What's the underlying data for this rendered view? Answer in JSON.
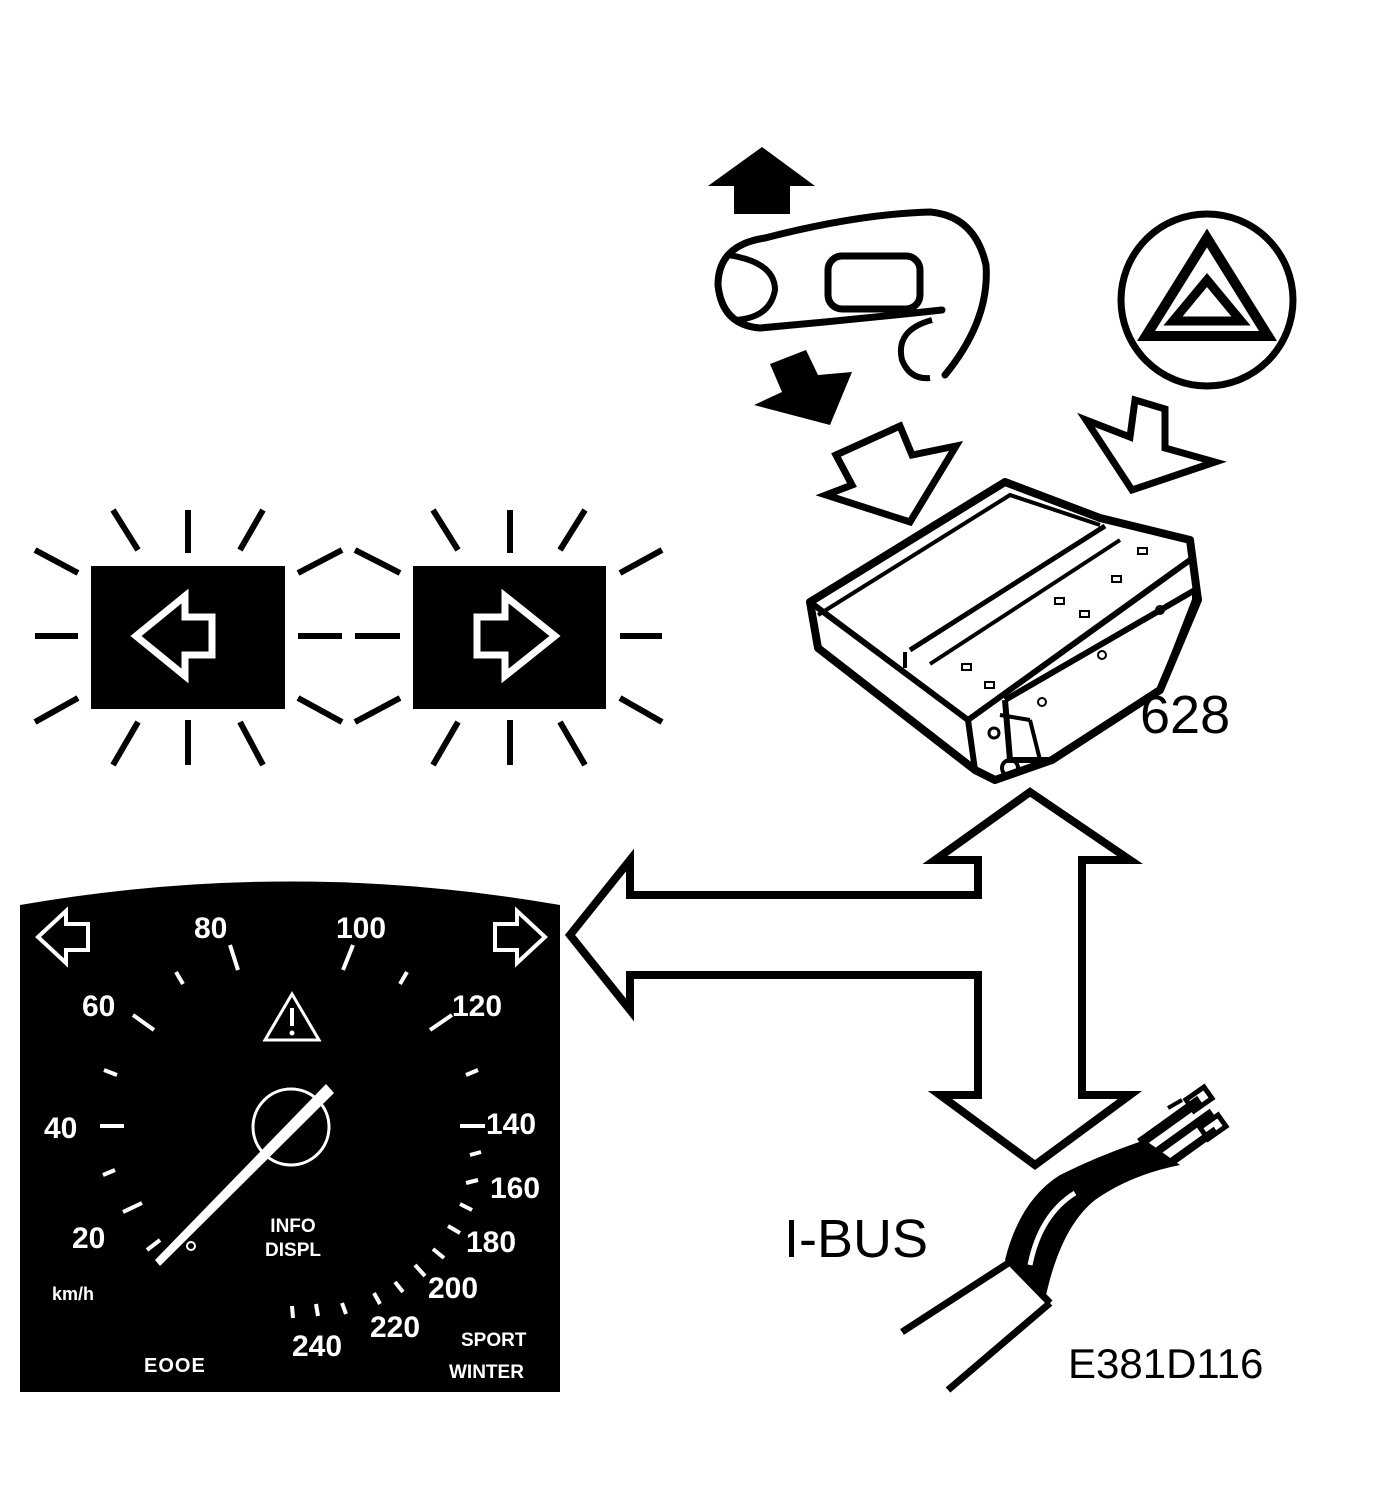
{
  "labels": {
    "module_number": "628",
    "bus": "I-BUS",
    "figure_code": "E381D116"
  },
  "cluster": {
    "speed_labels": [
      "20",
      "40",
      "60",
      "80",
      "100",
      "120",
      "140",
      "160",
      "180",
      "200",
      "220",
      "240"
    ],
    "unit": "km/h",
    "info_line1": "INFO",
    "info_line2": "DISPL",
    "mode_sport": "SPORT",
    "mode_winter": "WINTER",
    "odometer_glyphs": "EOOE"
  },
  "icons": [
    "turn-left-arrow-icon",
    "turn-right-arrow-icon",
    "hazard-triangle-icon",
    "indicator-stalk-icon",
    "warning-icon",
    "wiring-harness-icon"
  ],
  "colors": {
    "ink": "#000000",
    "paper": "#ffffff"
  }
}
